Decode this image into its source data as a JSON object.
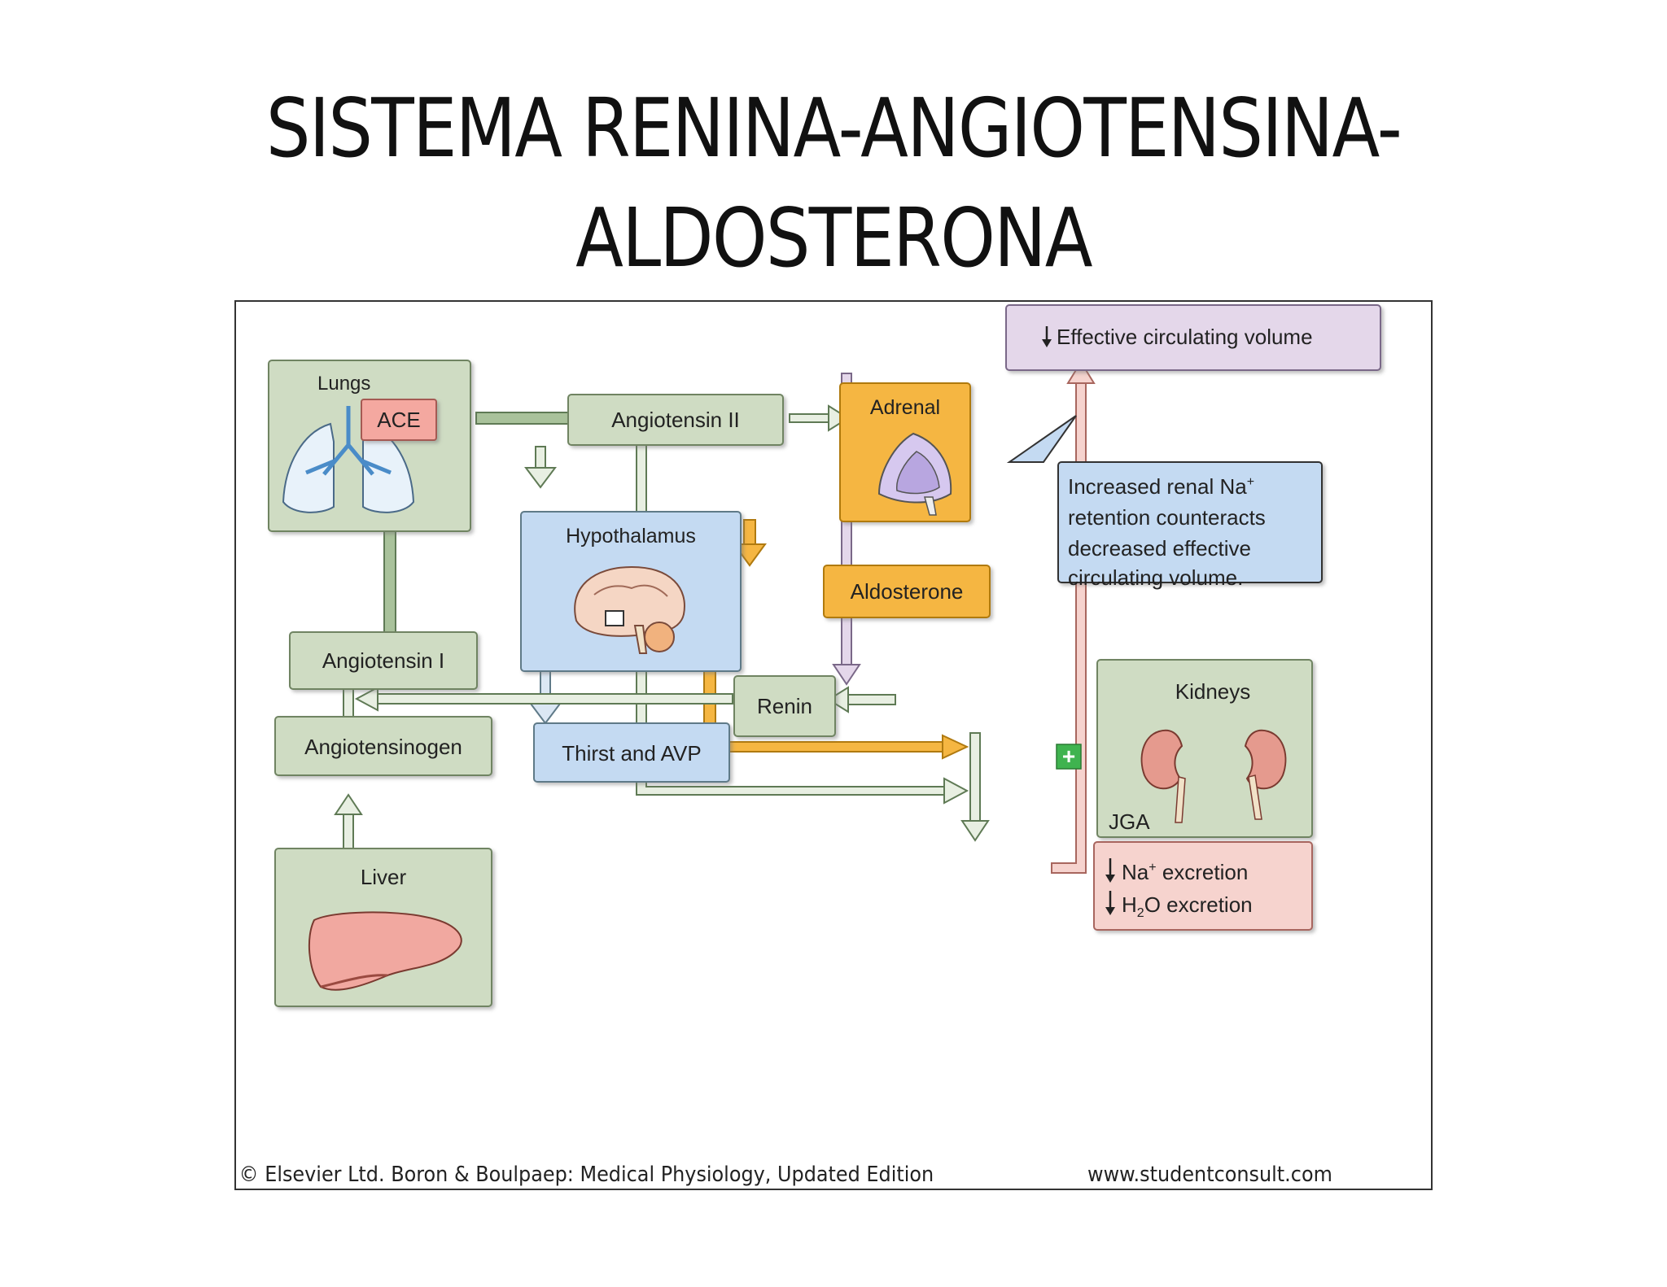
{
  "slide": {
    "title_line1": "SISTEMA RENINA-ANGIOTENSINA-",
    "title_line2": "ALDOSTERONA"
  },
  "diagram": {
    "nodes": {
      "lungs": "Lungs",
      "ace": "ACE",
      "angiotensin_ii": "Angiotensin II",
      "hypothalamus": "Hypothalamus",
      "thirst_avp": "Thirst and AVP",
      "adrenal": "Adrenal",
      "aldosterone": "Aldosterone",
      "effective_volume": "Effective circulating volume",
      "note_line1": "Increased renal Na",
      "note_line2": "retention counteracts",
      "note_line3": "decreased effective",
      "note_line4": "circulating volume.",
      "kidneys": "Kidneys",
      "jga": "JGA",
      "renin": "Renin",
      "angiotensin_i": "Angiotensin I",
      "angiotensinogen": "Angiotensinogen",
      "liver": "Liver",
      "na_excretion": "Na",
      "na_excretion_rest": " excretion",
      "h2o_excretion_h": "H",
      "h2o_excretion_rest": "O excretion",
      "plus_sign": "+",
      "superscript_plus": "+",
      "subscript_2": "2"
    },
    "colors": {
      "green_box": "#cfdcc3",
      "green_border": "#6f8462",
      "blue_box": "#c4daf2",
      "orange_box": "#f5b642",
      "purple_box": "#e4d7ea",
      "pink_box": "#f6d3ce",
      "ace_box": "#f4a8a0"
    }
  },
  "caption": {
    "left": "© Elsevier Ltd. Boron & Boulpaep: Medical Physiology, Updated Edition",
    "right": "www.studentconsult.com"
  }
}
